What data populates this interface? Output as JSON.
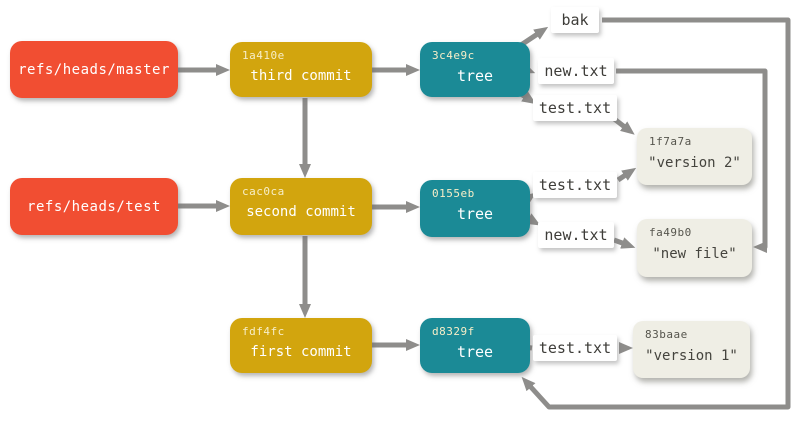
{
  "diagram": {
    "title": "git object graph with branch references",
    "colors": {
      "ref_box": "#f14e32",
      "commit_box": "#d2a50e",
      "tree_box": "#1b8a96",
      "blob_box": "#efeee5",
      "edge_line": "#8e8d8b",
      "label_bg": "#ffffff"
    },
    "refs": [
      {
        "name": "refs/heads/master"
      },
      {
        "name": "refs/heads/test"
      }
    ],
    "commits": [
      {
        "hash": "1a410e",
        "message": "third commit"
      },
      {
        "hash": "cac0ca",
        "message": "second commit"
      },
      {
        "hash": "fdf4fc",
        "message": "first commit"
      }
    ],
    "trees": [
      {
        "hash": "3c4e9c",
        "label": "tree"
      },
      {
        "hash": "0155eb",
        "label": "tree"
      },
      {
        "hash": "d8329f",
        "label": "tree"
      }
    ],
    "blobs": [
      {
        "hash": "1f7a7a",
        "content": "\"version 2\""
      },
      {
        "hash": "fa49b0",
        "content": "\"new file\""
      },
      {
        "hash": "83baae",
        "content": "\"version 1\""
      }
    ],
    "file_labels": [
      "bak",
      "new.txt",
      "test.txt",
      "test.txt",
      "new.txt",
      "test.txt"
    ],
    "edges": [
      {
        "from": "refs/heads/master",
        "to": "commit 1a410e"
      },
      {
        "from": "refs/heads/test",
        "to": "commit cac0ca"
      },
      {
        "from": "commit 1a410e",
        "to": "commit cac0ca",
        "relation": "parent"
      },
      {
        "from": "commit cac0ca",
        "to": "commit fdf4fc",
        "relation": "parent"
      },
      {
        "from": "commit 1a410e",
        "to": "tree 3c4e9c"
      },
      {
        "from": "commit cac0ca",
        "to": "tree 0155eb"
      },
      {
        "from": "commit fdf4fc",
        "to": "tree d8329f"
      },
      {
        "from": "tree 3c4e9c",
        "to": "tree d8329f",
        "label": "bak"
      },
      {
        "from": "tree 3c4e9c",
        "to": "blob fa49b0",
        "label": "new.txt"
      },
      {
        "from": "tree 3c4e9c",
        "to": "blob 1f7a7a",
        "label": "test.txt"
      },
      {
        "from": "tree 0155eb",
        "to": "blob 1f7a7a",
        "label": "test.txt"
      },
      {
        "from": "tree 0155eb",
        "to": "blob fa49b0",
        "label": "new.txt"
      },
      {
        "from": "tree d8329f",
        "to": "blob 83baae",
        "label": "test.txt"
      }
    ]
  }
}
